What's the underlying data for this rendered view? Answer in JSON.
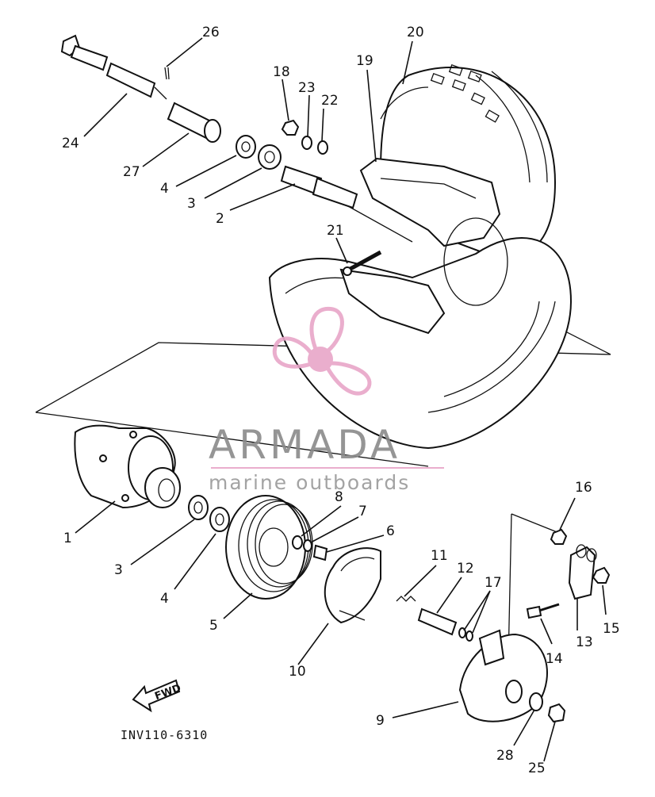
{
  "labels": {
    "p1": "1",
    "p2": "2",
    "p3a": "3",
    "p3b": "3",
    "p4a": "4",
    "p4b": "4",
    "p5": "5",
    "p6": "6",
    "p7": "7",
    "p8": "8",
    "p9": "9",
    "p10": "10",
    "p11": "11",
    "p12": "12",
    "p13": "13",
    "p14": "14",
    "p15": "15",
    "p16": "16",
    "p17": "17",
    "p18": "18",
    "p19": "19",
    "p20": "20",
    "p21": "21",
    "p22": "22",
    "p23": "23",
    "p24": "24",
    "p25": "25",
    "p26": "26",
    "p27": "27",
    "p28": "28"
  },
  "fwd_label": "FWD",
  "diagram_code": "INV110-6310",
  "watermark": {
    "title": "ARMADA",
    "subtitle": "marine outboards",
    "logo_color": "#e8a6c8",
    "text_color": "#8a8a8a"
  }
}
